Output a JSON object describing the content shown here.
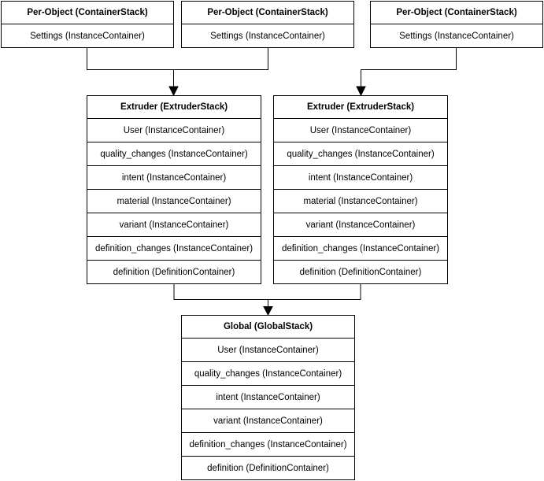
{
  "diagram": {
    "colors": {
      "background": "#ffffff",
      "stroke": "#000000",
      "text": "#000000"
    },
    "per_object": [
      {
        "title": "Per-Object (ContainerStack)",
        "rows": [
          "Settings (InstanceContainer)"
        ]
      },
      {
        "title": "Per-Object (ContainerStack)",
        "rows": [
          "Settings (InstanceContainer)"
        ]
      },
      {
        "title": "Per-Object (ContainerStack)",
        "rows": [
          "Settings (InstanceContainer)"
        ]
      }
    ],
    "extruder": [
      {
        "title": "Extruder (ExtruderStack)",
        "rows": [
          "User (InstanceContainer)",
          "quality_changes (InstanceContainer)",
          "intent (InstanceContainer)",
          "material (InstanceContainer)",
          "variant (InstanceContainer)",
          "definition_changes (InstanceContainer)",
          "definition (DefinitionContainer)"
        ]
      },
      {
        "title": "Extruder (ExtruderStack)",
        "rows": [
          "User (InstanceContainer)",
          "quality_changes (InstanceContainer)",
          "intent (InstanceContainer)",
          "material (InstanceContainer)",
          "variant (InstanceContainer)",
          "definition_changes (InstanceContainer)",
          "definition (DefinitionContainer)"
        ]
      }
    ],
    "global": {
      "title": "Global (GlobalStack)",
      "rows": [
        "User (InstanceContainer)",
        "quality_changes (InstanceContainer)",
        "intent (InstanceContainer)",
        "variant (InstanceContainer)",
        "definition_changes (InstanceContainer)",
        "definition (DefinitionContainer)"
      ]
    }
  }
}
